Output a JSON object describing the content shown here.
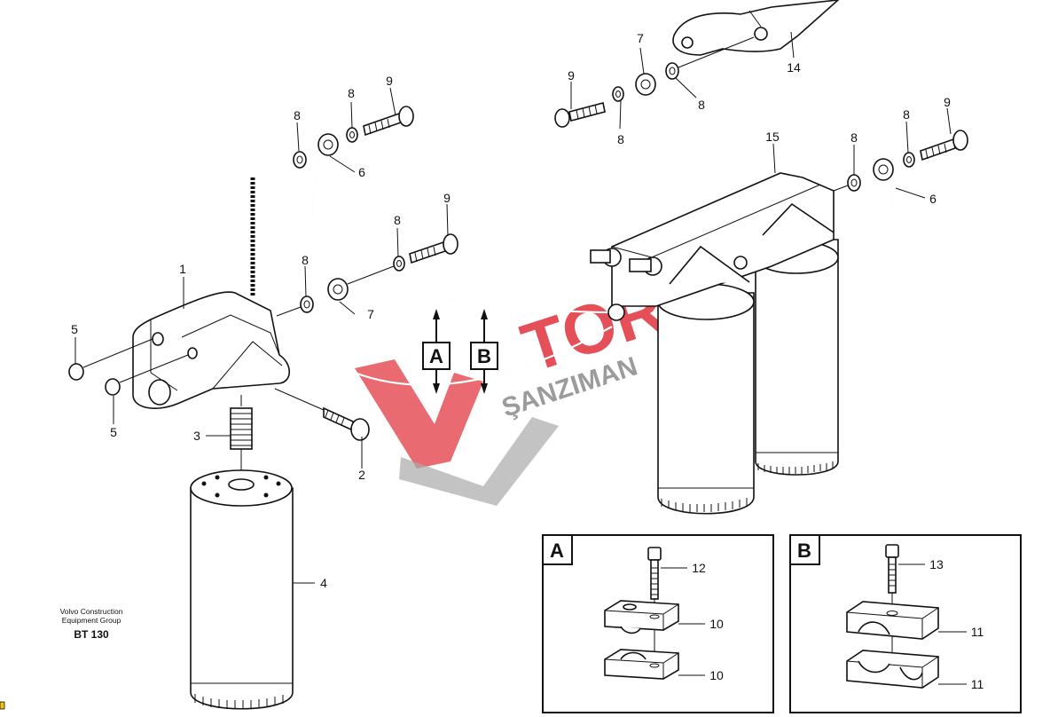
{
  "caption": {
    "line1": "Volvo Construction",
    "line2": "Equipment Group",
    "code": "BT 130"
  },
  "watermark": {
    "brand": "TORK",
    "sub": "ŞANZIMAN",
    "color": "#e0303a"
  },
  "detail_boxes": {
    "a": {
      "letter": "A",
      "screw": "12",
      "clamp_top": "10",
      "clamp_bottom": "10"
    },
    "b": {
      "letter": "B",
      "screw": "13",
      "clamp_top": "11",
      "clamp_bottom": "11"
    }
  },
  "section_markers": {
    "a": "A",
    "b": "B"
  },
  "callouts": {
    "p1": "1",
    "p2": "2",
    "p3": "3",
    "p4": "4",
    "p5_top": "5",
    "p5_bottom": "5",
    "p6_left": "6",
    "p6_right": "6",
    "p7_top": "7",
    "p7_mid": "7",
    "p8_a": "8",
    "p8_b": "8",
    "p8_c": "8",
    "p8_d": "8",
    "p8_e": "8",
    "p8_f": "8",
    "p8_g": "8",
    "p8_h": "8",
    "p9_a": "9",
    "p9_b": "9",
    "p9_c": "9",
    "p9_d": "9",
    "p14": "14",
    "p15": "15"
  }
}
